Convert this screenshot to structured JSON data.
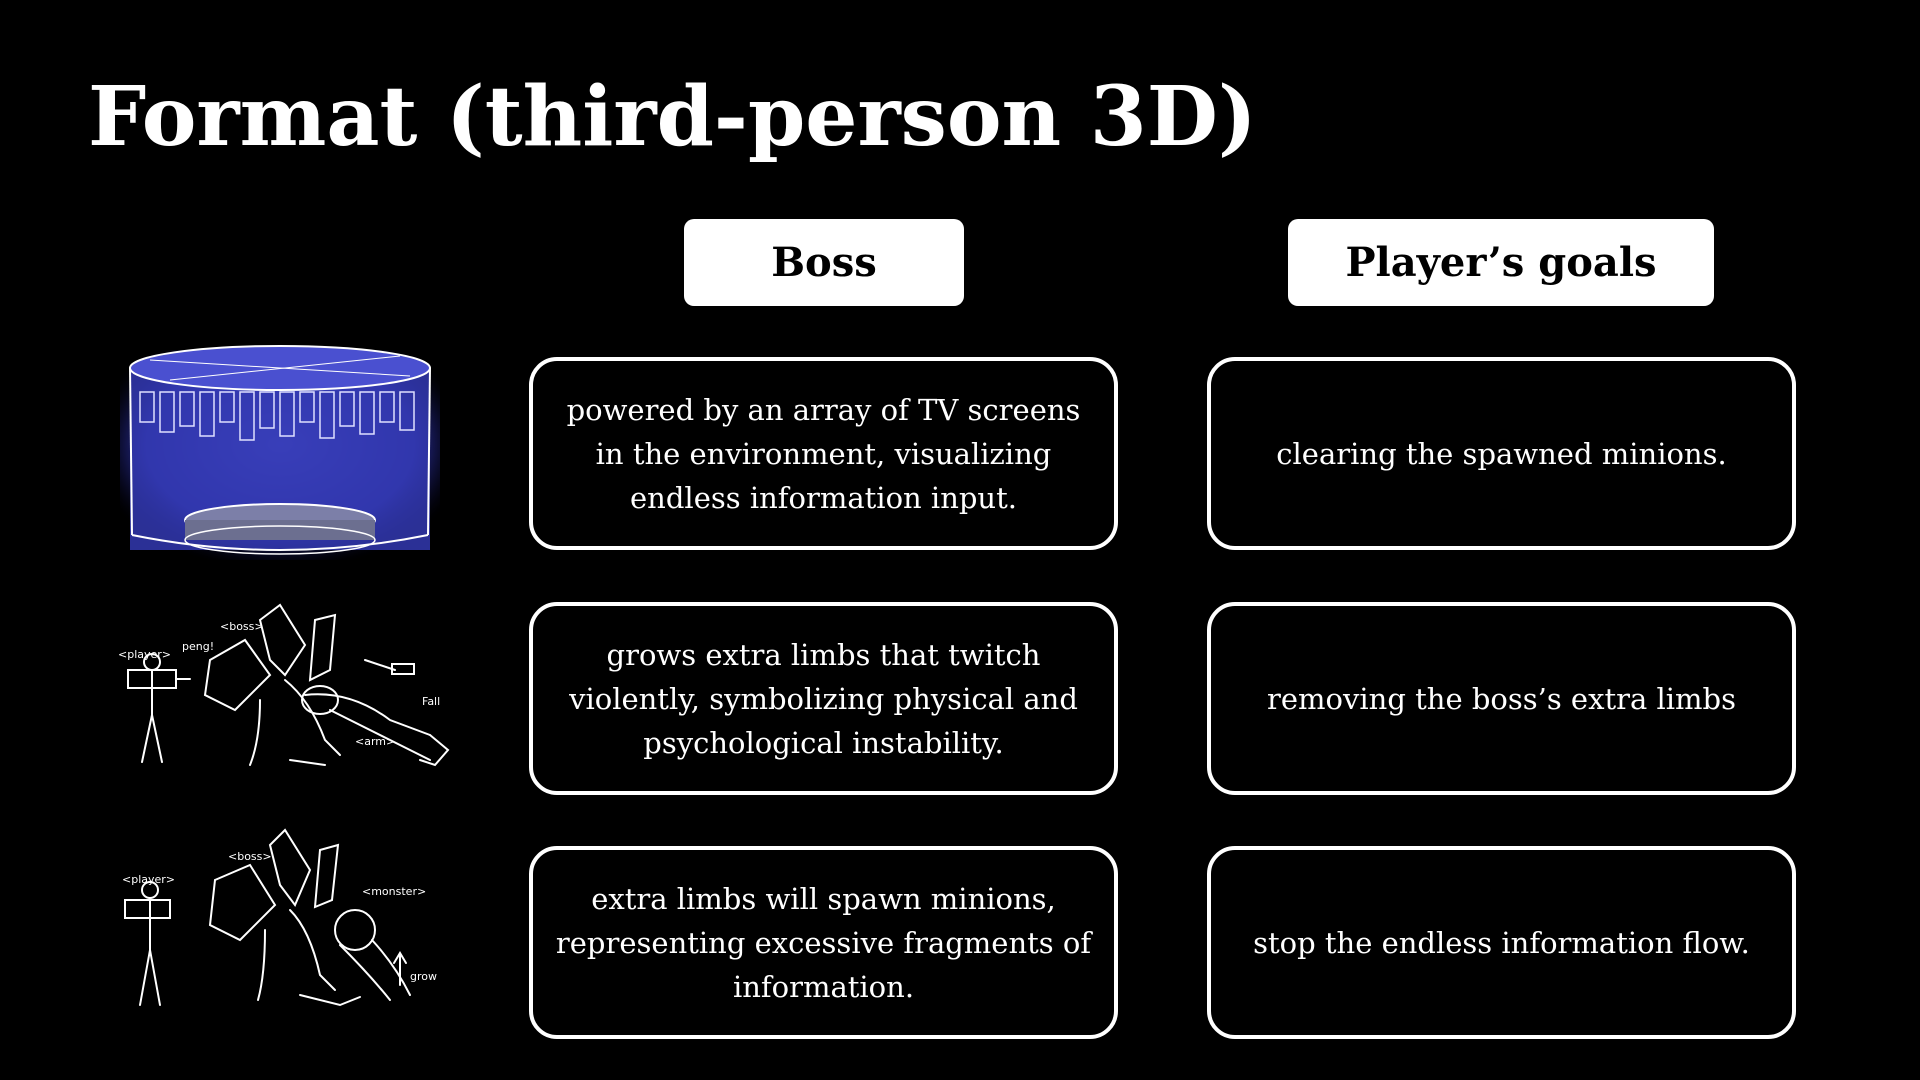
{
  "title": "Format (third-person 3D)",
  "headers": {
    "boss": "Boss",
    "goals": "Player’s goals"
  },
  "rows": [
    {
      "boss": "powered by an array of TV screens in the environment, visualizing endless information input.",
      "goal": "clearing the spawned minions."
    },
    {
      "boss": "grows extra limbs that twitch violently, symbolizing physical and psychological instability.",
      "goal": "removing the boss’s extra limbs"
    },
    {
      "boss": "extra limbs will spawn minions, representing excessive fragments of information.",
      "goal": "stop the endless information flow."
    }
  ],
  "sketches": {
    "s2": {
      "player": "<player>",
      "sound": "peng!",
      "boss": "<boss>",
      "arm": "<arm>",
      "fall": "Fall"
    },
    "s3": {
      "player": "<player>",
      "boss": "<boss>",
      "monster": "<monster>",
      "grow": "grow"
    }
  },
  "colors": {
    "background": "#000000",
    "text": "#ffffff",
    "header_bg": "#ffffff",
    "header_text": "#000000",
    "arena_glow": "#4a4fd6"
  }
}
